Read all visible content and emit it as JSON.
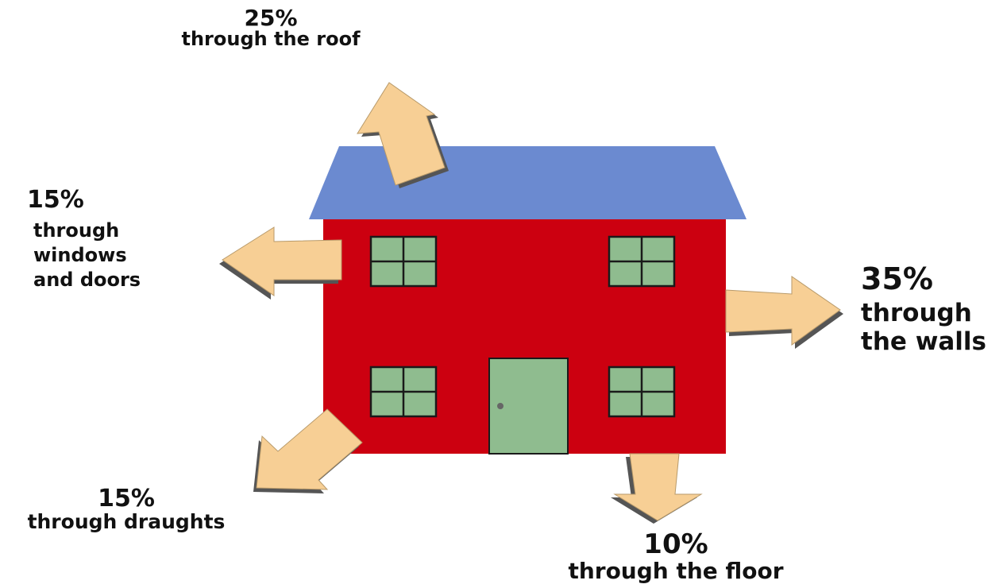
{
  "colors": {
    "roof": "#6b8ad0",
    "walls": "#cc0010",
    "window": "#8fbc8f",
    "window_frame": "#1a1a1a",
    "door": "#8fbc8f",
    "arrow_fill": "#f7cf95",
    "arrow_shadow": "#555555",
    "text": "#111111"
  },
  "labels": {
    "roof": {
      "percent": "25%",
      "text": "through the roof"
    },
    "windows": {
      "percent": "15%",
      "line1": "through",
      "line2": "windows",
      "line3": "and doors"
    },
    "walls": {
      "percent": "35%",
      "line1": "through",
      "line2": "the walls"
    },
    "draughts": {
      "percent": "15%",
      "text": "through draughts"
    },
    "floor": {
      "percent": "10%",
      "text": "through the floor"
    }
  }
}
